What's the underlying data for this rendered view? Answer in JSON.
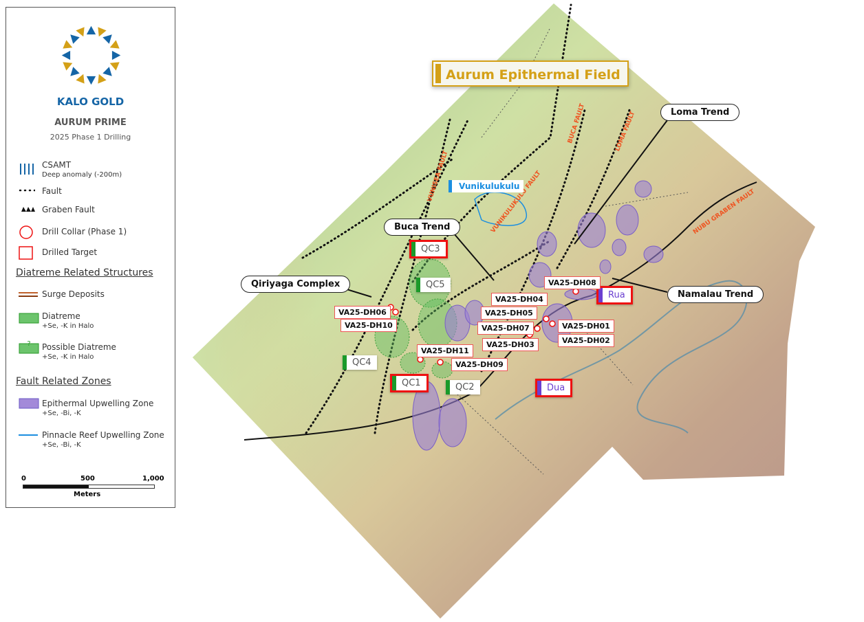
{
  "legend": {
    "brand": "KALO GOLD",
    "project": "AURUM PRIME",
    "subtitle": "2025 Phase 1 Drilling",
    "items": [
      {
        "label": "CSAMT",
        "note": "Deep anomaly (-200m)"
      },
      {
        "label": "Fault"
      },
      {
        "label": "Graben Fault"
      },
      {
        "label": "Drill Collar (Phase 1)"
      },
      {
        "label": "Drilled Target"
      }
    ],
    "section_diatreme": "Diatreme Related Structures",
    "diatreme_items": [
      {
        "label": "Surge Deposits"
      },
      {
        "label": "Diatreme",
        "note": "+Se, -K in Halo"
      },
      {
        "label": "Possible Diatreme",
        "note": "+Se, -K in Halo"
      }
    ],
    "section_fault": "Fault Related Zones",
    "fault_items": [
      {
        "label": "Epithermal Upwelling Zone",
        "note": "+Se, -Bi, -K"
      },
      {
        "label": "Pinnacle Reef Upwelling Zone",
        "note": "+Se, -Bi, -K"
      }
    ],
    "scale": {
      "ticks": [
        "0",
        "500",
        "1,000"
      ],
      "unit": "Meters"
    }
  },
  "map": {
    "title": "Aurum Epithermal Field",
    "trends": [
      "Loma Trend",
      "Buca Trend",
      "Qiriyaga Complex",
      "Namalau Trend"
    ],
    "faults": [
      "VUNISEA FAULT",
      "VUNIKULUKULU FAULT",
      "BUCA FAULT",
      "LOMA FAULT",
      "NUBU GRABEN FAULT"
    ],
    "area_label": "Vunikulukulu",
    "targets": [
      "QC3",
      "QC5",
      "QC4",
      "QC1",
      "QC2",
      "Rua",
      "Dua"
    ],
    "drillholes": [
      "VA25-DH06",
      "VA25-DH10",
      "VA25-DH11",
      "VA25-DH09",
      "VA25-DH04",
      "VA25-DH05",
      "VA25-DH07",
      "VA25-DH03",
      "VA25-DH08",
      "VA25-DH01",
      "VA25-DH02"
    ],
    "colors": {
      "collar": "#e11",
      "diatreme": "#5fbf5f",
      "epithermal": "#9a7fd6",
      "pinnacle": "#1b8ee0",
      "brand_blue": "#1565a6",
      "brand_gold": "#d4a017"
    }
  }
}
